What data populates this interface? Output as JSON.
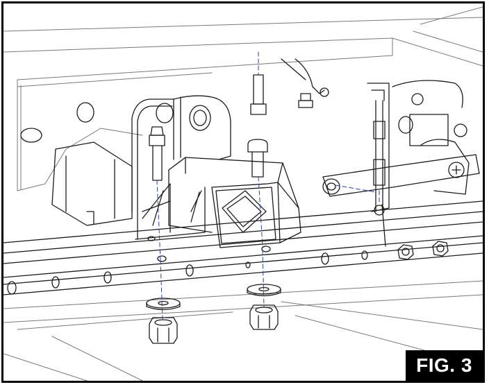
{
  "figure": {
    "label": "FIG. 3"
  },
  "colors": {
    "line": "#1a1a1a",
    "guide_line": "#2b3fa8",
    "background": "#ffffff",
    "label_bg": "#000000",
    "label_text": "#ffffff"
  },
  "parts": [
    "hitch-receiver",
    "left-mounting-bracket",
    "tongue-bracket",
    "bolt",
    "washer",
    "lock-nut",
    "linkage-rod",
    "pivot-arm",
    "frame-rail"
  ]
}
